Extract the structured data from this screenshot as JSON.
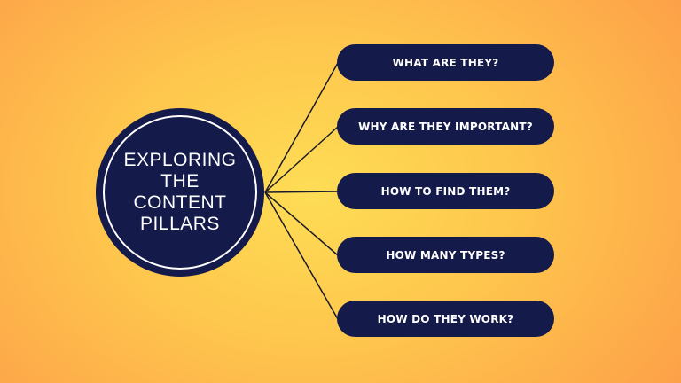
{
  "center": {
    "title": "EXPLORING THE CONTENT PILLARS"
  },
  "branches": [
    {
      "label": "WHAT ARE THEY?"
    },
    {
      "label": "WHY ARE THEY IMPORTANT?"
    },
    {
      "label": "HOW TO FIND THEM?"
    },
    {
      "label": "HOW MANY TYPES?"
    },
    {
      "label": "HOW DO THEY WORK?"
    }
  ],
  "colors": {
    "node": "#141a4a",
    "text": "#ffffff",
    "bg_center": "#fedd55",
    "bg_edge": "#fd9f48"
  }
}
